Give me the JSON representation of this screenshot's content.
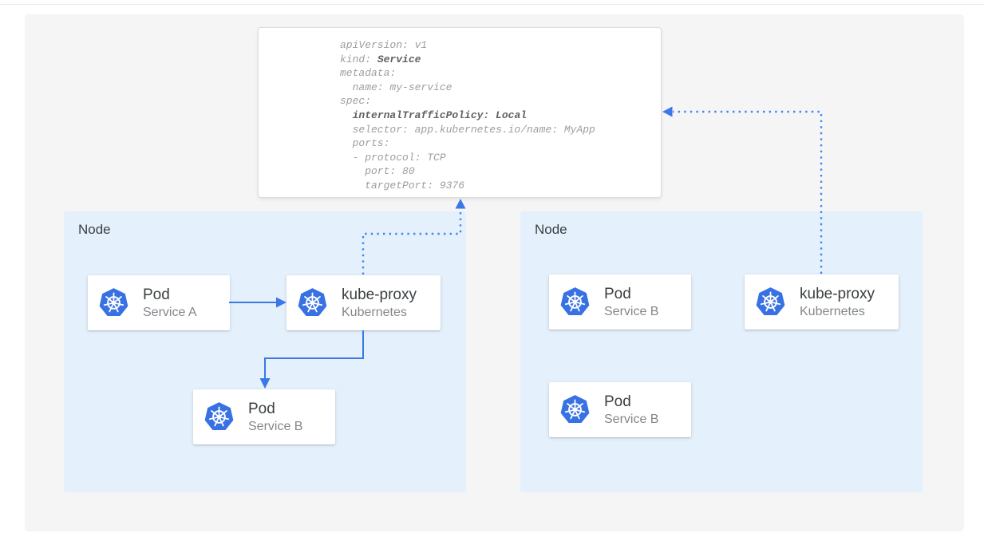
{
  "colors": {
    "panel_background": "#f5f5f6",
    "node_background": "#e4f0fb",
    "arrow_solid": "#3b78e7",
    "arrow_dotted": "#4285f4",
    "kubernetes_blue": "#3871e3",
    "code_text": "#9e9e9e",
    "code_bold_text": "#616161",
    "card_title_text": "#3c4043",
    "card_subtitle_text": "#83878b"
  },
  "service_yaml": {
    "lines": [
      [
        {
          "t": "apiVersion: v1",
          "b": false
        }
      ],
      [
        {
          "t": "kind: ",
          "b": false
        },
        {
          "t": "Service",
          "b": true
        }
      ],
      [
        {
          "t": "metadata:",
          "b": false
        }
      ],
      [
        {
          "t": "  name: my-service",
          "b": false
        }
      ],
      [
        {
          "t": "spec:",
          "b": false
        }
      ],
      [
        {
          "t": "  ",
          "b": false
        },
        {
          "t": "internalTrafficPolicy: Local",
          "b": true
        }
      ],
      [
        {
          "t": "  selector: app.kubernetes.io/name: MyApp",
          "b": false
        }
      ],
      [
        {
          "t": "  ports:",
          "b": false
        }
      ],
      [
        {
          "t": "  - protocol: TCP",
          "b": false
        }
      ],
      [
        {
          "t": "    port: 80",
          "b": false
        }
      ],
      [
        {
          "t": "    targetPort: 9376",
          "b": false
        }
      ]
    ]
  },
  "nodes": [
    {
      "label": "Node",
      "cards": [
        {
          "title": "Pod",
          "subtitle": "Service A",
          "icon": "kubernetes-icon"
        },
        {
          "title": "kube-proxy",
          "subtitle": "Kubernetes",
          "icon": "kubernetes-icon"
        },
        {
          "title": "Pod",
          "subtitle": "Service B",
          "icon": "kubernetes-icon"
        }
      ]
    },
    {
      "label": "Node",
      "cards": [
        {
          "title": "Pod",
          "subtitle": "Service B",
          "icon": "kubernetes-icon"
        },
        {
          "title": "kube-proxy",
          "subtitle": "Kubernetes",
          "icon": "kubernetes-icon"
        },
        {
          "title": "Pod",
          "subtitle": "Service B",
          "icon": "kubernetes-icon"
        }
      ]
    }
  ]
}
